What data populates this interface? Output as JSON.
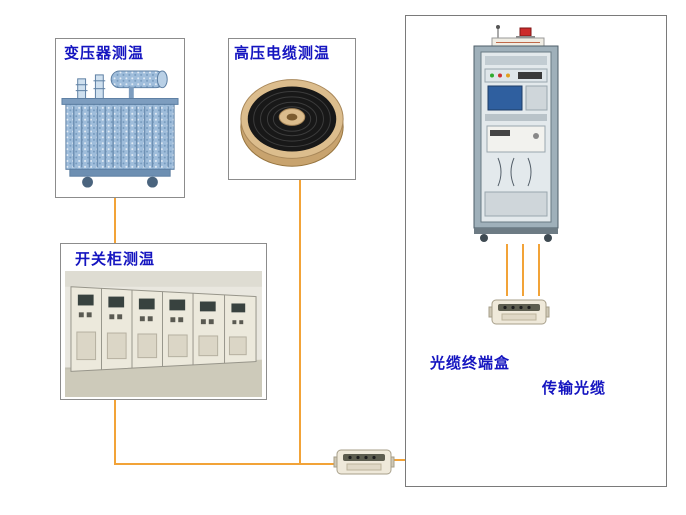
{
  "diagram": {
    "nodes": {
      "transformer": {
        "label": "变压器测温"
      },
      "hv_cable": {
        "label": "高压电缆测温"
      },
      "switchgear": {
        "label": "开关柜测温"
      },
      "fiber_terminal_box": {
        "label": "光缆终端盒"
      },
      "transmission_fiber": {
        "label": "传输光缆"
      }
    },
    "icons": {
      "transformer": "transformer-photo",
      "hv_cable": "cable-spool-photo",
      "switchgear": "switchgear-cabinets-photo",
      "monitoring_host": "monitoring-rack-photo",
      "fiber_terminal_box": "fiber-terminal-box-photo"
    },
    "colors": {
      "connector_line": "#f2a338",
      "label_text": "#1414c0",
      "box_border": "#8c8c8c"
    }
  }
}
